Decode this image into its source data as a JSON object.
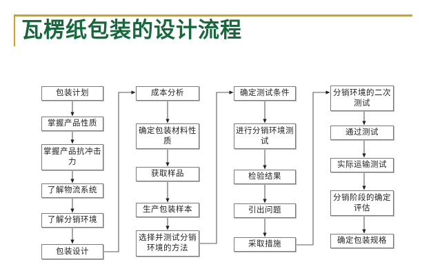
{
  "slide": {
    "title": "瓦楞纸包装的设计流程",
    "accent_color": "#D4A017",
    "title_color": "#14683A",
    "background_color": "#FFFFFF",
    "box_border_color": "#7A7A7A",
    "box_shadow_color": "#B4B4B4",
    "connector_color": "#231F20"
  },
  "flowchart": {
    "type": "flowchart",
    "orientation": "four-column serpentine (top-to-bottom within column, then jump to next column top)",
    "columns": [
      {
        "index": 1,
        "nodes": [
          {
            "id": "c1n1",
            "label": "包装计划",
            "lines": [
              "包装计划"
            ]
          },
          {
            "id": "c1n2",
            "label": "掌握产品性质",
            "lines": [
              "掌握产品性质"
            ]
          },
          {
            "id": "c1n3",
            "label": "掌握产品抗冲击力",
            "lines": [
              "掌握产品抗冲",
              "击力"
            ]
          },
          {
            "id": "c1n4",
            "label": "了解物流系统",
            "lines": [
              "了解物流系统"
            ]
          },
          {
            "id": "c1n5",
            "label": "了解分销环境",
            "lines": [
              "了解分销环境"
            ]
          },
          {
            "id": "c1n6",
            "label": "包装设计",
            "lines": [
              "包装设计"
            ]
          }
        ]
      },
      {
        "index": 2,
        "nodes": [
          {
            "id": "c2n1",
            "label": "成本分析",
            "lines": [
              "成本分析"
            ]
          },
          {
            "id": "c2n2",
            "label": "确定包装材料性质",
            "lines": [
              "确定包装材料",
              "性质"
            ]
          },
          {
            "id": "c2n3",
            "label": "获取样品",
            "lines": [
              "获取样品"
            ]
          },
          {
            "id": "c2n4",
            "label": "生产包装样本",
            "lines": [
              "生产包装样本"
            ]
          },
          {
            "id": "c2n5",
            "label": "选择并测试分销环境的方法",
            "lines": [
              "选择并测试分",
              "销环境的方法"
            ]
          }
        ]
      },
      {
        "index": 3,
        "nodes": [
          {
            "id": "c3n1",
            "label": "确定测试条件",
            "lines": [
              "确定测试条件"
            ]
          },
          {
            "id": "c3n2",
            "label": "进行分销环境测试",
            "lines": [
              "进行分销环境",
              "测试"
            ]
          },
          {
            "id": "c3n3",
            "label": "检验结果",
            "lines": [
              "检验结果"
            ]
          },
          {
            "id": "c3n4",
            "label": "引出问题",
            "lines": [
              "引出问题"
            ]
          },
          {
            "id": "c3n5",
            "label": "采取措施",
            "lines": [
              "采取措施"
            ]
          }
        ]
      },
      {
        "index": 4,
        "nodes": [
          {
            "id": "c4n1",
            "label": "分销环境的二次测试",
            "lines": [
              "分销环境的二",
              "次测试"
            ]
          },
          {
            "id": "c4n2",
            "label": "通过测试",
            "lines": [
              "通过测试"
            ]
          },
          {
            "id": "c4n3",
            "label": "实际运输测试",
            "lines": [
              "实际运输测试"
            ]
          },
          {
            "id": "c4n4",
            "label": "分销阶段的确定评估",
            "lines": [
              "分销阶段的确",
              "定评估"
            ]
          },
          {
            "id": "c4n5",
            "label": "确定包装规格",
            "lines": [
              "确定包装规格"
            ]
          }
        ]
      }
    ],
    "edges": [
      {
        "from": "c1n1",
        "to": "c1n2",
        "style": "vertical-arrow"
      },
      {
        "from": "c1n2",
        "to": "c1n3",
        "style": "vertical-arrow"
      },
      {
        "from": "c1n3",
        "to": "c1n4",
        "style": "vertical-arrow"
      },
      {
        "from": "c1n4",
        "to": "c1n5",
        "style": "vertical-arrow"
      },
      {
        "from": "c1n5",
        "to": "c1n6",
        "style": "vertical-arrow"
      },
      {
        "from": "c1n6",
        "to": "c2n1",
        "style": "elbow-right-up-arrow"
      },
      {
        "from": "c2n1",
        "to": "c2n2",
        "style": "vertical-arrow"
      },
      {
        "from": "c2n2",
        "to": "c2n3",
        "style": "vertical-arrow"
      },
      {
        "from": "c2n3",
        "to": "c2n4",
        "style": "vertical-arrow"
      },
      {
        "from": "c2n4",
        "to": "c2n5",
        "style": "vertical-arrow"
      },
      {
        "from": "c2n5",
        "to": "c3n1",
        "style": "elbow-right-up-arrow"
      },
      {
        "from": "c3n1",
        "to": "c3n2",
        "style": "vertical-arrow"
      },
      {
        "from": "c3n2",
        "to": "c3n3",
        "style": "vertical-arrow"
      },
      {
        "from": "c3n3",
        "to": "c3n4",
        "style": "vertical-arrow"
      },
      {
        "from": "c3n4",
        "to": "c3n5",
        "style": "vertical-arrow"
      },
      {
        "from": "c3n5",
        "to": "c4n1",
        "style": "elbow-right-up-arrow"
      },
      {
        "from": "c4n1",
        "to": "c4n2",
        "style": "vertical-arrow"
      },
      {
        "from": "c4n2",
        "to": "c4n3",
        "style": "vertical-arrow"
      },
      {
        "from": "c4n3",
        "to": "c4n4",
        "style": "vertical-arrow"
      },
      {
        "from": "c4n4",
        "to": "c4n5",
        "style": "vertical-arrow"
      }
    ]
  }
}
